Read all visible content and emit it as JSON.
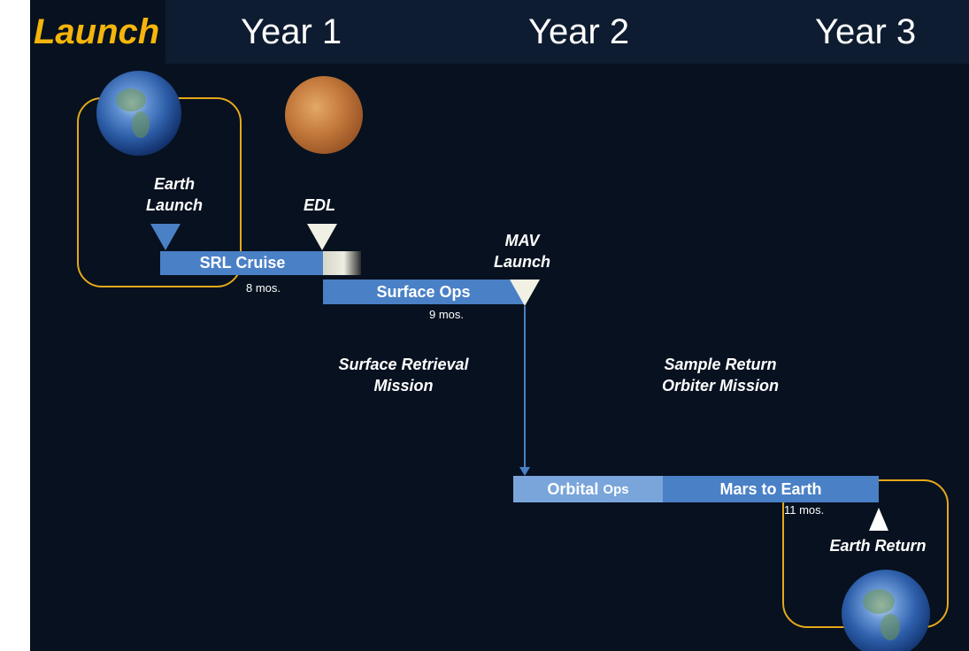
{
  "header": {
    "launch": "Launch",
    "year1": "Year 1",
    "year2": "Year 2",
    "year3": "Year 3"
  },
  "milestones": {
    "earth_launch_line1": "Earth",
    "earth_launch_line2": "Launch",
    "edl": "EDL",
    "mav_line1": "MAV",
    "mav_line2": "Launch",
    "earth_return": "Earth Return"
  },
  "bars": {
    "srl_cruise": "SRL Cruise",
    "surface_ops": "Surface Ops",
    "orbital_main": "Orbital",
    "orbital_small": "Ops",
    "mars_to_earth": "Mars to Earth"
  },
  "durations": {
    "cruise": "8 mos.",
    "surface": "9 mos.",
    "return": "11 mos."
  },
  "missions": {
    "surface_line1": "Surface Retrieval",
    "surface_line2": "Mission",
    "orbiter_line1": "Sample Return",
    "orbiter_line2": "Orbiter Mission"
  },
  "colors": {
    "background": "#07111f",
    "header_band": "#0d1c30",
    "launch_text": "#f5b50a",
    "bar_blue": "#4a80c6",
    "bar_light": "#7aa5db",
    "frame": "#e6a81a"
  }
}
